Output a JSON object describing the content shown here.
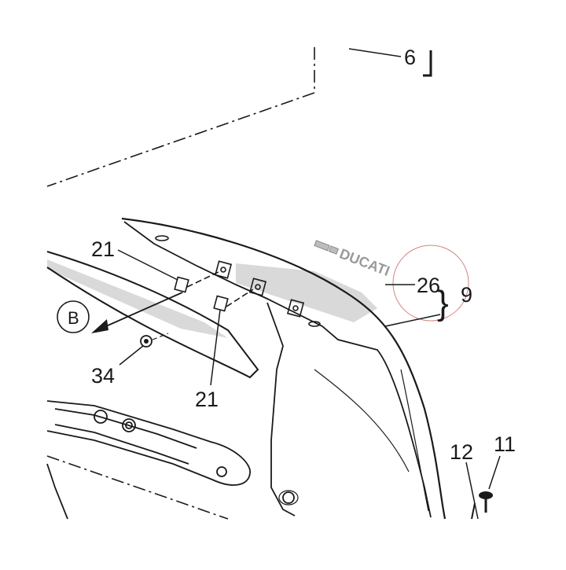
{
  "labels": {
    "part_6": "6",
    "part_21_top": "21",
    "part_21_bottom": "21",
    "part_26": "26",
    "part_9": "9",
    "part_34": "34",
    "part_12": "12",
    "part_11": "11",
    "view_B": "B",
    "decal_text": "DUCATI"
  },
  "colors": {
    "line": "#1a1a1a",
    "shade": "#d9d9d9",
    "highlight_circle": "#c0504d"
  }
}
